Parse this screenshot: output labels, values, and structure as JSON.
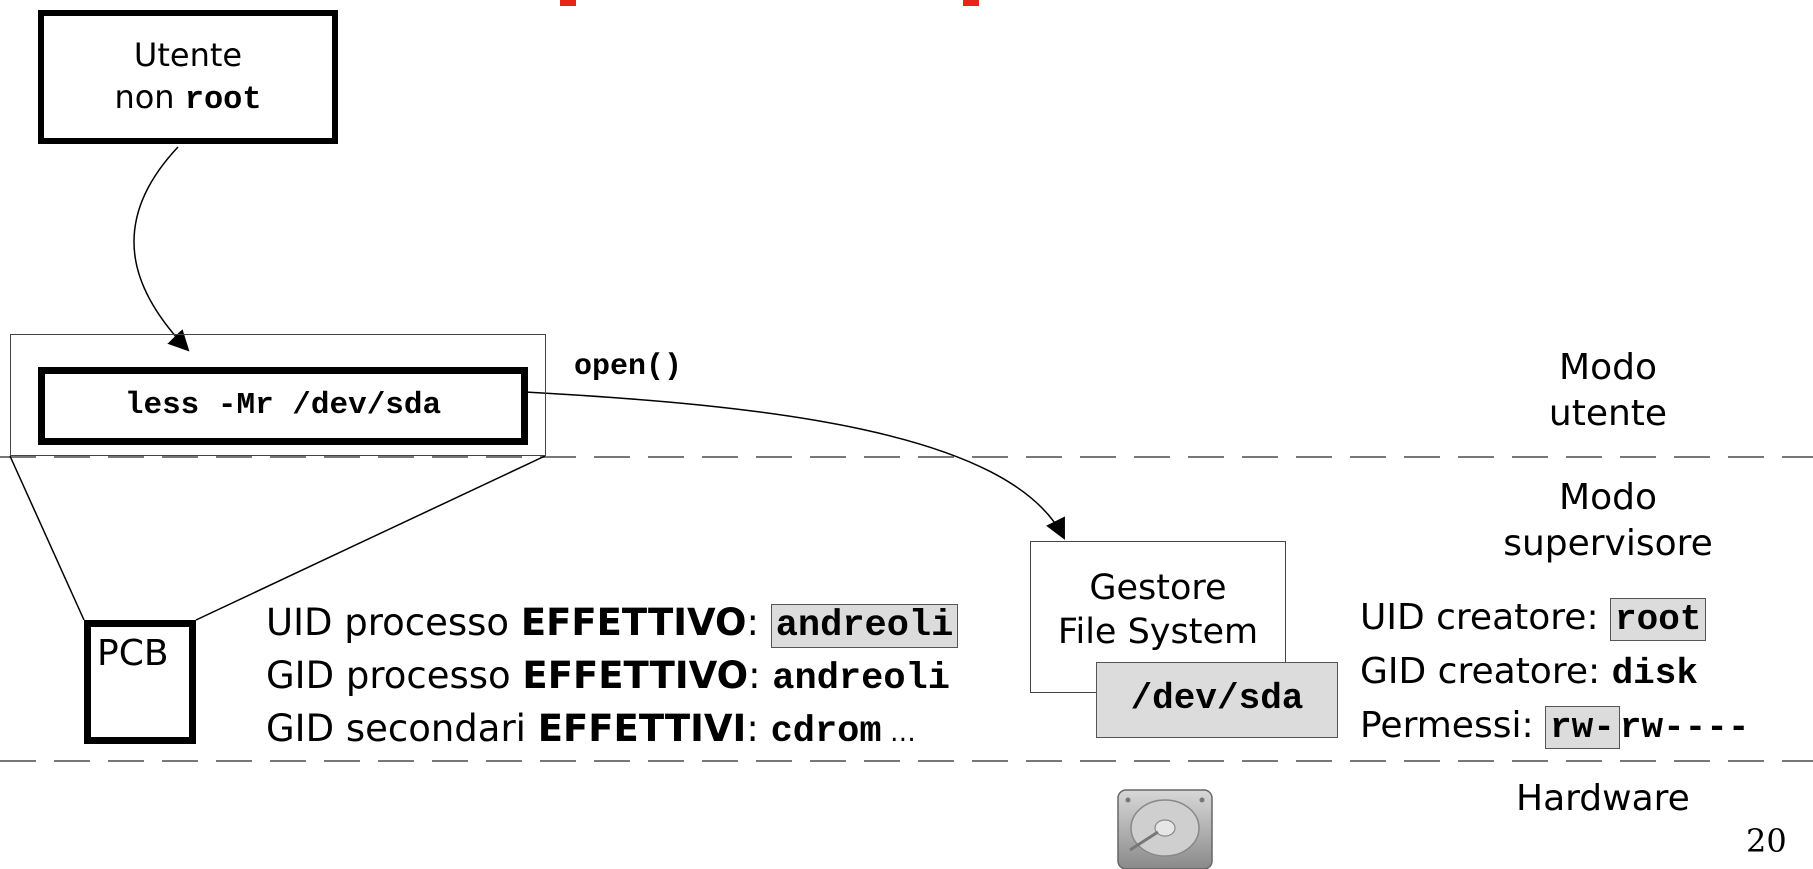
{
  "diagram": {
    "user_box": {
      "line1": "Utente",
      "line2_prefix": "non ",
      "line2_code": "root"
    },
    "command": "less -Mr /dev/sda",
    "syscall": "open()",
    "pcb": "PCB",
    "modes": {
      "user_line1": "Modo",
      "user_line2": "utente",
      "supervisor_line1": "Modo",
      "supervisor_line2": "supervisore",
      "hardware": "Hardware"
    },
    "fs_manager": {
      "line1": "Gestore",
      "line2": "File System"
    },
    "device": "/dev/sda",
    "process_ids": [
      {
        "prefix": "UID processo ",
        "bold": "EFFETTIVO",
        "sep": ": ",
        "value": "andreoli",
        "highlight": true,
        "suffix": ""
      },
      {
        "prefix": "GID processo ",
        "bold": "EFFETTIVO",
        "sep": ": ",
        "value": "andreoli",
        "highlight": false,
        "suffix": ""
      },
      {
        "prefix": "GID secondari ",
        "bold": "EFFETTIVI",
        "sep": ": ",
        "value": "cdrom",
        "highlight": false,
        "suffix": " …"
      }
    ],
    "file_attrs": {
      "uid_label": "UID creatore: ",
      "uid_value": "root",
      "gid_label": "GID creatore: ",
      "gid_value": "disk",
      "perm_label": "Permessi: ",
      "perm_owner": "rw-",
      "perm_rest": "rw----"
    },
    "page_number": "20",
    "colors": {
      "accent": "#e4261c",
      "highlight": "#dcdcdc"
    },
    "icons": {
      "disk": "hard-disk-icon"
    }
  }
}
